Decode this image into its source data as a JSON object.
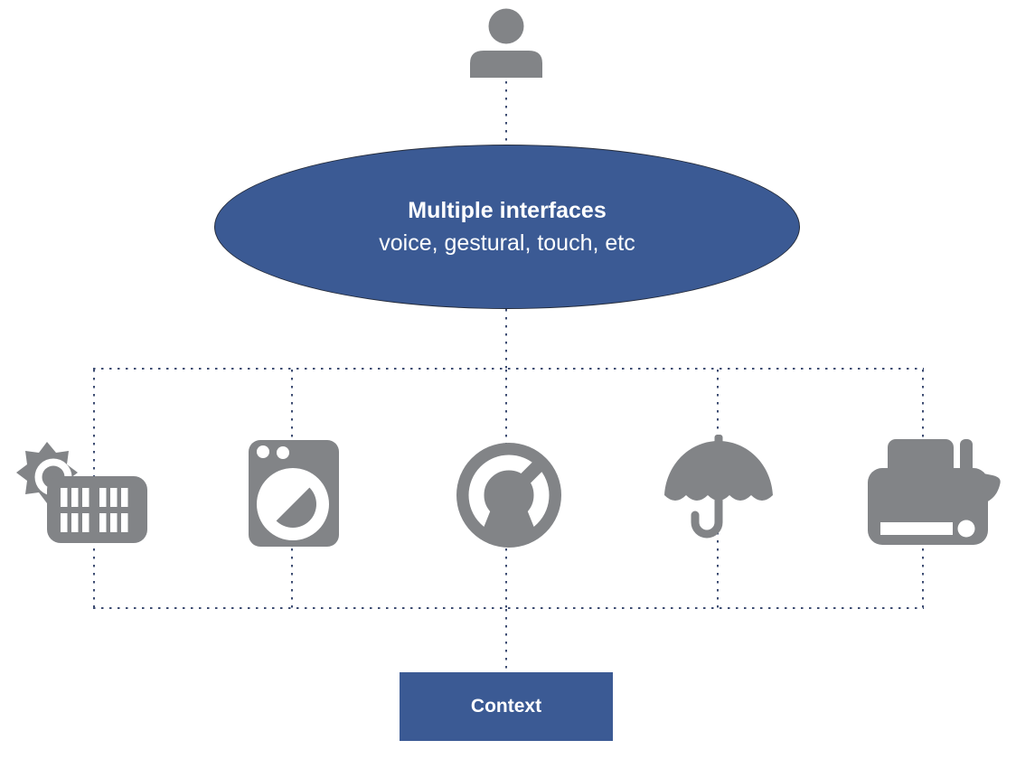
{
  "user": {
    "icon": "person-icon"
  },
  "interfaces": {
    "title": "Multiple interfaces",
    "subtitle": "voice, gestural, touch, etc"
  },
  "devices": [
    {
      "icon": "solar-panel-icon"
    },
    {
      "icon": "washing-machine-icon"
    },
    {
      "icon": "thermostat-dial-icon"
    },
    {
      "icon": "umbrella-icon"
    },
    {
      "icon": "toaster-icon"
    }
  ],
  "context": {
    "label": "Context"
  },
  "colors": {
    "node_fill": "#3b5a94",
    "node_border": "#262d3c",
    "node_text": "#ffffff",
    "icon_gray": "#828487",
    "dot_line": "#3d4c72",
    "background": "#ffffff"
  }
}
